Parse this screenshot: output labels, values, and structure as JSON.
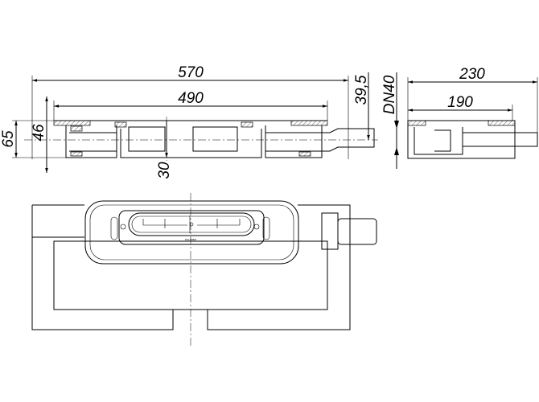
{
  "drawing": {
    "front_section": {
      "overall_length": "570",
      "grate_length": "490",
      "total_height": "65",
      "frame_height": "46",
      "outlet_depth": "30",
      "outlet_axis_height": "39,5",
      "outlet_size": "DN40"
    },
    "side_section": {
      "overall_width": "230",
      "grate_width": "190"
    },
    "plan_view": {
      "brand_mark": "DALLMER"
    }
  }
}
